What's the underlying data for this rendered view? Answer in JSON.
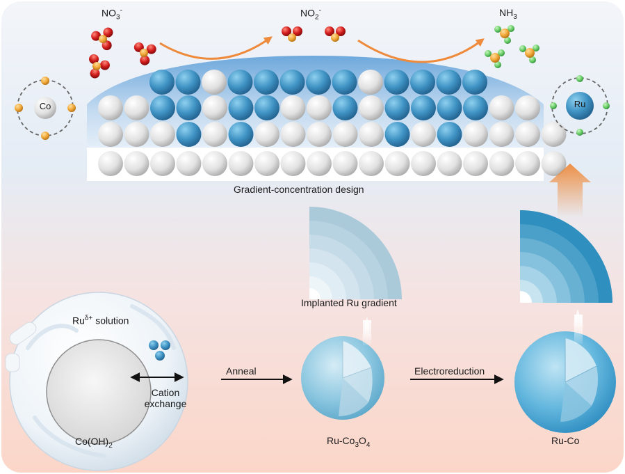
{
  "species": {
    "nitrate": {
      "base": "NO",
      "sub": "3",
      "sup": "-"
    },
    "nitrite": {
      "base": "NO",
      "sub": "2",
      "sup": "-"
    },
    "ammonia": {
      "base": "NH",
      "sub": "3"
    }
  },
  "atoms": {
    "co": "Co",
    "ru": "Ru"
  },
  "labels": {
    "gradient_design": "Gradient-concentration design",
    "implanted_gradient": "Implanted Ru gradient",
    "solution_base": "Ru",
    "solution_sup": "δ+",
    "solution_rest": " solution",
    "cation_exchange_1": "Cation",
    "cation_exchange_2": "exchange",
    "coh_base": "Co(OH)",
    "coh_sub": "2",
    "anneal": "Anneal",
    "electroreduction": "Electroreduction",
    "ruco3o4_a": "Ru-Co",
    "ruco3o4_s1": "3",
    "ruco3o4_b": "O",
    "ruco3o4_s2": "4",
    "ruco": "Ru-Co"
  },
  "colors": {
    "ru_blue": "#3f93c4",
    "co_white": "#e6e6e6",
    "oxygen_red": "#cc1b1b",
    "nitrogen_orange": "#f2a93a",
    "hydrogen_green": "#6ccf6a",
    "arrow_orange": "#ee8a3c",
    "bg_top": "#e2ebf4",
    "bg_bottom": "#fcd9cc"
  },
  "lattice": {
    "row1": "BBWBBBBBWBBBB",
    "row2": "WWBBWBBWWBWBBBBWW",
    "row3": "WWWBWBWWWWWBWBWWWW",
    "row4": "WWWWWWWWWWWWWWWWWW"
  }
}
